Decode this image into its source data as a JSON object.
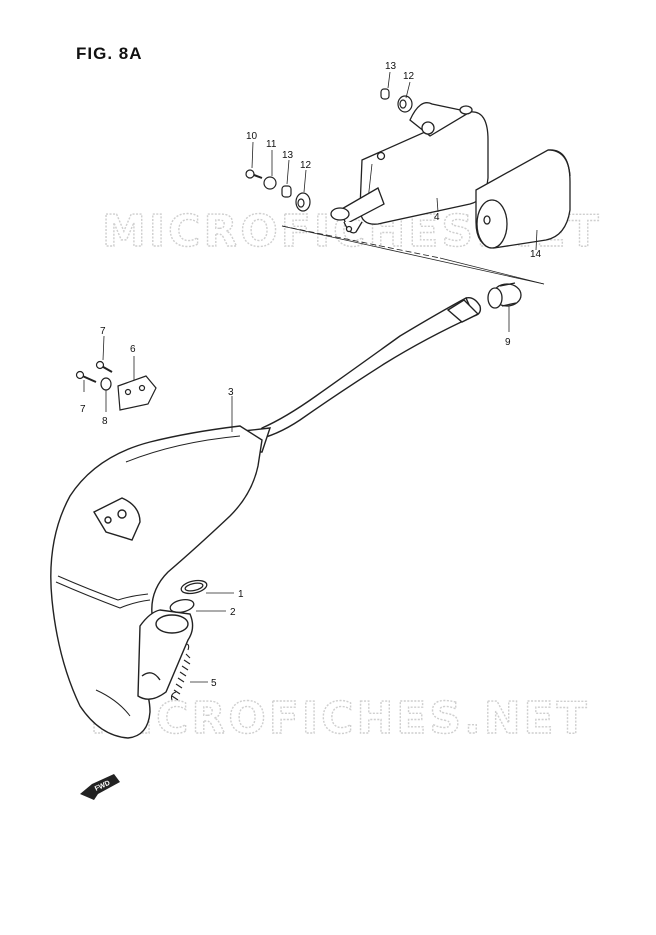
{
  "figure_title": "FIG. 8A",
  "watermark": "MICROFICHES.NET",
  "fwd_label": "FWD",
  "callouts": {
    "c1": "1",
    "c2": "2",
    "c3": "3",
    "c4": "4",
    "c5": "5",
    "c6": "6",
    "c7a": "7",
    "c7b": "7",
    "c8": "8",
    "c9": "9",
    "c10": "10",
    "c11": "11",
    "c12a": "12",
    "c12b": "12",
    "c13a": "13",
    "c13b": "13",
    "c14": "14"
  }
}
